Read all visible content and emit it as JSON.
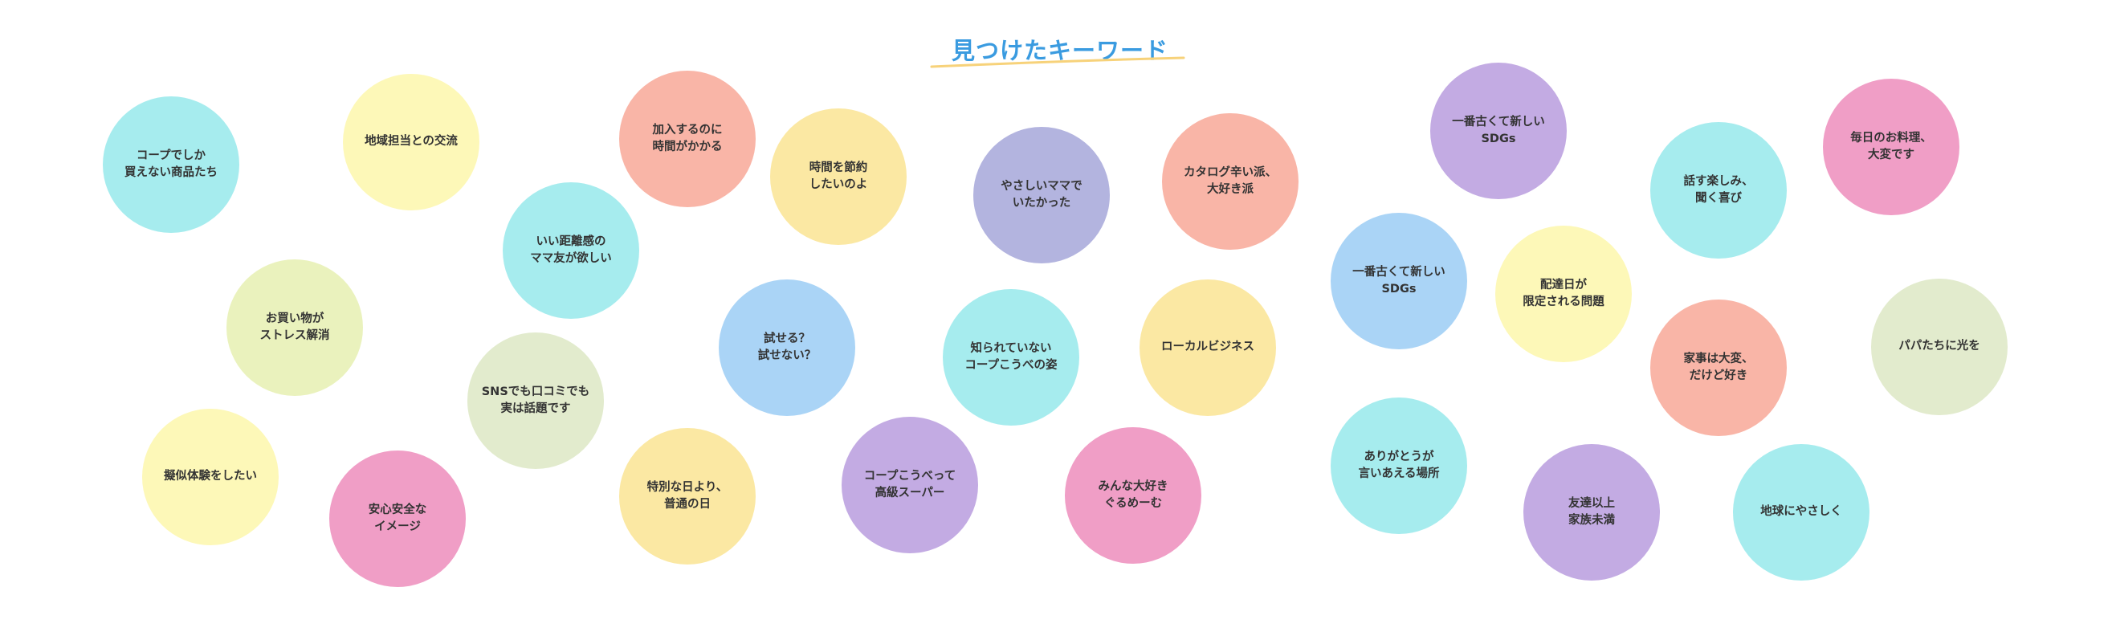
{
  "title": "見つけたキーワード",
  "palette": {
    "cyan": "#a6ecee",
    "yellow": "#fdf8b8",
    "salmon": "#f9b5a7",
    "lightyellow": "#fbe8a3",
    "lavender": "#b3b4df",
    "lime": "#eaf2bd",
    "sage": "#e2ebcd",
    "blue": "#aad4f6",
    "purple": "#c3abe3",
    "pink": "#f09ec6",
    "title_underline": "#f7d27a"
  },
  "bubbles": [
    {
      "lines": [
        "コープでしか",
        "買えない商品たち"
      ],
      "color": "cyan"
    },
    {
      "lines": [
        "地域担当との交流"
      ],
      "color": "yellow"
    },
    {
      "lines": [
        "加入するのに",
        "時間がかかる"
      ],
      "color": "salmon"
    },
    {
      "lines": [
        "時間を節約",
        "したいのよ"
      ],
      "color": "lightyellow"
    },
    {
      "lines": [
        "やさしいママで",
        "いたかった"
      ],
      "color": "lavender"
    },
    {
      "lines": [
        "カタログ辛い派、",
        "大好き派"
      ],
      "color": "salmon"
    },
    {
      "lines": [
        "一番古くて新しい",
        "SDGs"
      ],
      "color": "purple"
    },
    {
      "lines": [
        "毎日のお料理、",
        "大変です"
      ],
      "color": "pink"
    },
    {
      "lines": [
        "話す楽しみ、",
        "聞く喜び"
      ],
      "color": "cyan"
    },
    {
      "lines": [
        "いい距離感の",
        "ママ友が欲しい"
      ],
      "color": "cyan"
    },
    {
      "lines": [
        "一番古くて新しい",
        "SDGs"
      ],
      "color": "blue"
    },
    {
      "lines": [
        "配達日が",
        "限定される問題"
      ],
      "color": "yellow"
    },
    {
      "lines": [
        "お買い物が",
        "ストレス解消"
      ],
      "color": "lime"
    },
    {
      "lines": [
        "試せる？",
        "試せない？"
      ],
      "color": "blue"
    },
    {
      "lines": [
        "知られていない",
        "コープこうべの姿"
      ],
      "color": "cyan"
    },
    {
      "lines": [
        "ローカルビジネス"
      ],
      "color": "lightyellow"
    },
    {
      "lines": [
        "SNSでも口コミでも",
        "実は話題です"
      ],
      "color": "sage"
    },
    {
      "lines": [
        "家事は大変、",
        "だけど好き"
      ],
      "color": "salmon"
    },
    {
      "lines": [
        "パパたちに光を"
      ],
      "color": "sage"
    },
    {
      "lines": [
        "擬似体験をしたい"
      ],
      "color": "yellow"
    },
    {
      "lines": [
        "安心安全な",
        "イメージ"
      ],
      "color": "pink"
    },
    {
      "lines": [
        "特別な日より、",
        "普通の日"
      ],
      "color": "lightyellow"
    },
    {
      "lines": [
        "コープこうべって",
        "高級スーパー"
      ],
      "color": "purple"
    },
    {
      "lines": [
        "みんな大好き",
        "ぐるめーむ"
      ],
      "color": "pink"
    },
    {
      "lines": [
        "ありがとうが",
        "言いあえる場所"
      ],
      "color": "cyan"
    },
    {
      "lines": [
        "友達以上",
        "家族未満"
      ],
      "color": "purple"
    },
    {
      "lines": [
        "地球にやさしく"
      ],
      "color": "cyan"
    }
  ]
}
